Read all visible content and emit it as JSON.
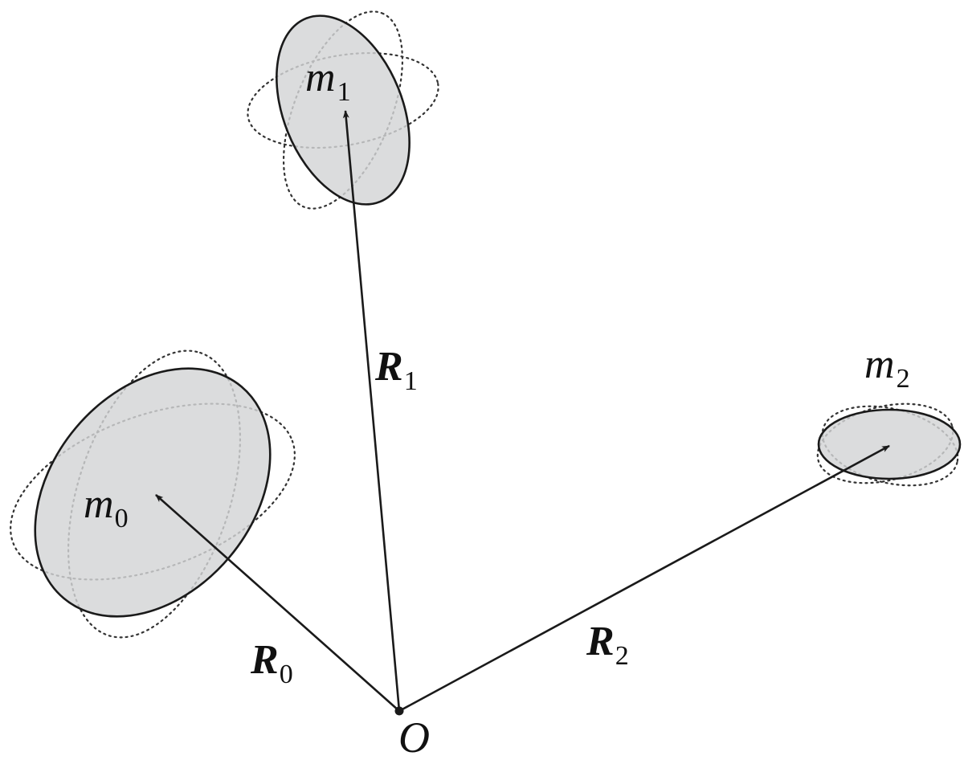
{
  "diagram": {
    "origin": {
      "label": "O"
    },
    "bodies": [
      {
        "id": "m0",
        "symbol": "m",
        "index": "0",
        "vector_symbol": "R",
        "vector_index": "0"
      },
      {
        "id": "m1",
        "symbol": "m",
        "index": "1",
        "vector_symbol": "R",
        "vector_index": "1"
      },
      {
        "id": "m2",
        "symbol": "m",
        "index": "2",
        "vector_symbol": "R",
        "vector_index": "2"
      }
    ],
    "colors": {
      "body_fill": "#d3d4d6",
      "stroke": "#1a1a1a",
      "dotted": "#333333"
    }
  }
}
